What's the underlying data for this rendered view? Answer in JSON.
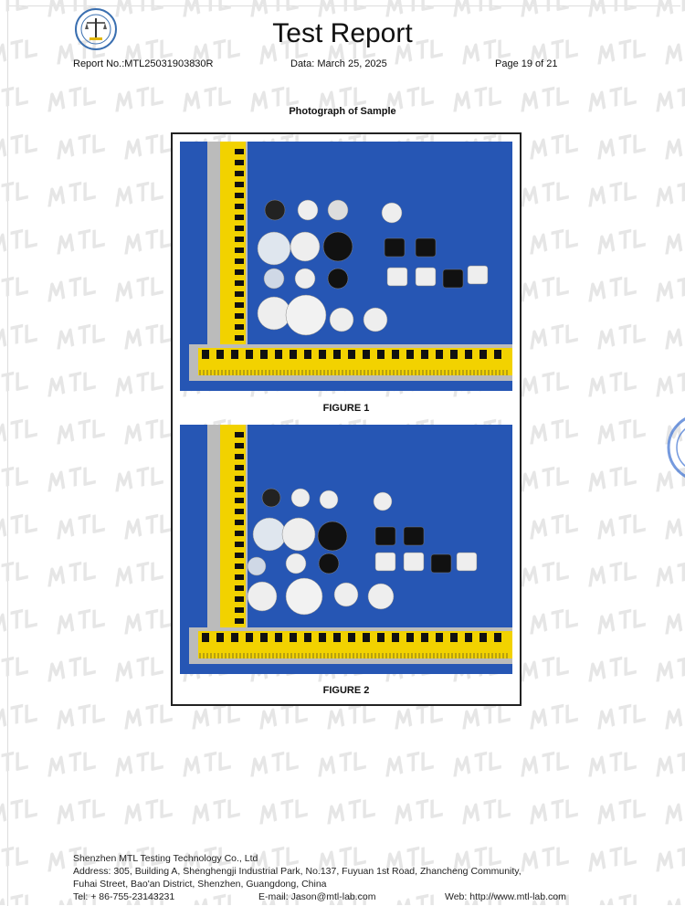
{
  "watermark": "MTL",
  "header": {
    "title": "Test Report",
    "report_no": "Report No.:MTL25031903830R",
    "date": "Data: March 25, 2025",
    "page": "Page 19 of 21"
  },
  "section_title": "Photograph of Sample",
  "figures": [
    {
      "caption": "FIGURE 1"
    },
    {
      "caption": "FIGURE 2"
    }
  ],
  "colors": {
    "photo_background": "#2656b4",
    "ruler": "#f2d200"
  },
  "footer": {
    "company": "Shenzhen MTL Testing Technology Co., Ltd",
    "address_line1": "Address: 305, Building A, Shenghengji Industrial Park, No.137, Fuyuan 1st Road, Zhancheng Community,",
    "address_line2": "Fuhai Street, Bao'an District, Shenzhen, Guangdong, China",
    "tel": "Tel:  + 86-755-23143231",
    "email": "E-mail:  Jason@mtl-lab.com",
    "web": "Web:  http://www.mtl-lab.com"
  }
}
